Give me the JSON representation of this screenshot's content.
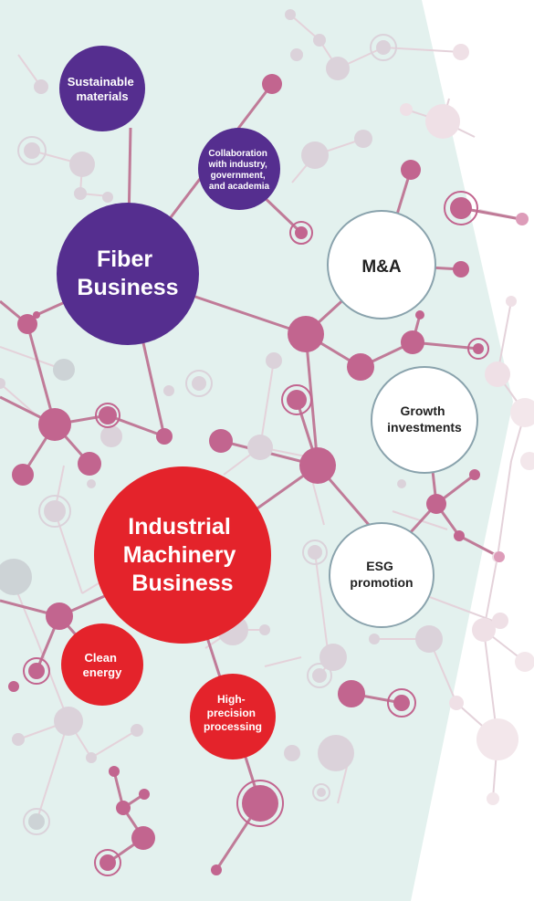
{
  "colors": {
    "background_panel": "#e3f1ee",
    "link_pink": "#c07b98",
    "link_faint": "#e4d2da",
    "dot_pink": "#c2658f",
    "dot_faint": "#dbd2da",
    "dot_grey": "#cdd3d6",
    "purple_hub": "#552e8f",
    "red_hub": "#e4232b",
    "white_node_stroke": "#8aa3ad",
    "text_dark": "#222222",
    "text_light": "#ffffff"
  },
  "hubs": {
    "fiber": {
      "line1": "Fiber",
      "line2": "Business"
    },
    "machinery": {
      "line1": "Industrial",
      "line2": "Machinery",
      "line3": "Business"
    }
  },
  "purple_nodes": {
    "sustainable": {
      "line1": "Sustainable",
      "line2": "materials"
    },
    "collaboration": {
      "line1": "Collaboration",
      "line2": "with industry,",
      "line3": "government,",
      "line4": "and academia"
    }
  },
  "red_nodes": {
    "clean_energy": {
      "line1": "Clean",
      "line2": "energy"
    },
    "high_precision": {
      "line1": "High-",
      "line2": "precision",
      "line3": "processing"
    }
  },
  "white_nodes": {
    "ma": {
      "label": "M&A"
    },
    "growth": {
      "line1": "Growth",
      "line2": "investments"
    },
    "esg": {
      "line1": "ESG",
      "line2": "promotion"
    }
  }
}
